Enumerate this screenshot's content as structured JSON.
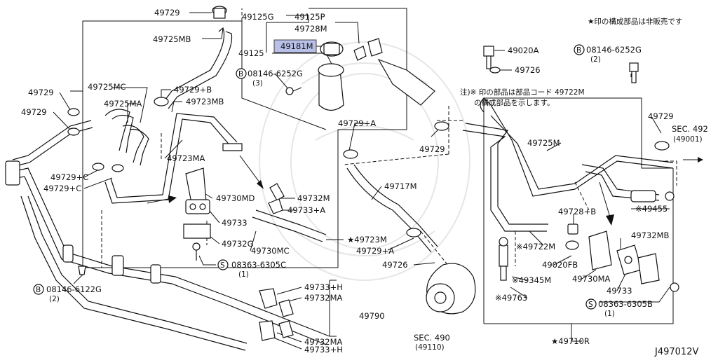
{
  "diagram": {
    "id_code": "J497012V",
    "highlight_color": "#b8c0e8",
    "legend_top": "★印の構成部品は非販売です",
    "note_line1": "注)※ 印の部品は部品コード 49722M",
    "note_line2": "の構成部品を示します。",
    "labels": {
      "p49729_top": "49729",
      "p49725MB": "49725MB",
      "p49125G": "49125G",
      "p49125P": "49125P",
      "p49728M": "49728M",
      "p49181M": "49181M",
      "p49125": "49125",
      "bolt_left_top": "08146-6252G",
      "bolt_left_top_qty": "(3)",
      "p49729_L1": "49729",
      "p49729_L2": "49729",
      "p49725MC": "49725MC",
      "p49725MA": "49725MA",
      "p49729B": "49729+B",
      "p49723MB": "49723MB",
      "p49729C1": "49729+C",
      "p49729C2": "49729+C",
      "p49723MA": "49723MA",
      "p49730MD": "49730MD",
      "p49732M": "49732M",
      "p49733A": "49733+A",
      "p49733": "49733",
      "p49732G": "49732G",
      "p49730MC": "49730MC",
      "star49723M": "★49723M",
      "screw_mid": "08363-6305C",
      "screw_mid_qty": "(1)",
      "bolt_left_bot": "08146-6122G",
      "bolt_left_bot_qty": "(2)",
      "p49729A_top": "49729+A",
      "p49729_mid": "49729",
      "p49717M": "49717M",
      "p49729A_bot": "49729+A",
      "p49726_bot": "49726",
      "p49733H_top": "49733+H",
      "p49732MA_top": "49732MA",
      "p49790": "49790",
      "p49732MA_bot": "49732MA",
      "p49733H_bot": "49733+H",
      "sec490": "SEC. 490",
      "sec490_ref": "(49110)",
      "p49020A": "49020A",
      "p49726_top": "49726",
      "bolt_right": "08146-6252G",
      "bolt_right_qty": "(2)",
      "p49729_R": "49729",
      "sec492": "SEC. 492",
      "sec492_ref": "(49001)",
      "p49725M": "49725M",
      "p49455": "※49455",
      "p49728B": "49728+B",
      "p49722M": "※49722M",
      "p49732MB": "49732MB",
      "p49020FB": "49020FB",
      "p49730MA": "49730MA",
      "p49345M": "※49345M",
      "p49733_R": "49733",
      "p49763": "※49763",
      "screw_right": "08363-6305B",
      "screw_right_qty": "(1)",
      "star49710R": "★49710R",
      "circ_B": "B",
      "circ_S": "S"
    }
  }
}
